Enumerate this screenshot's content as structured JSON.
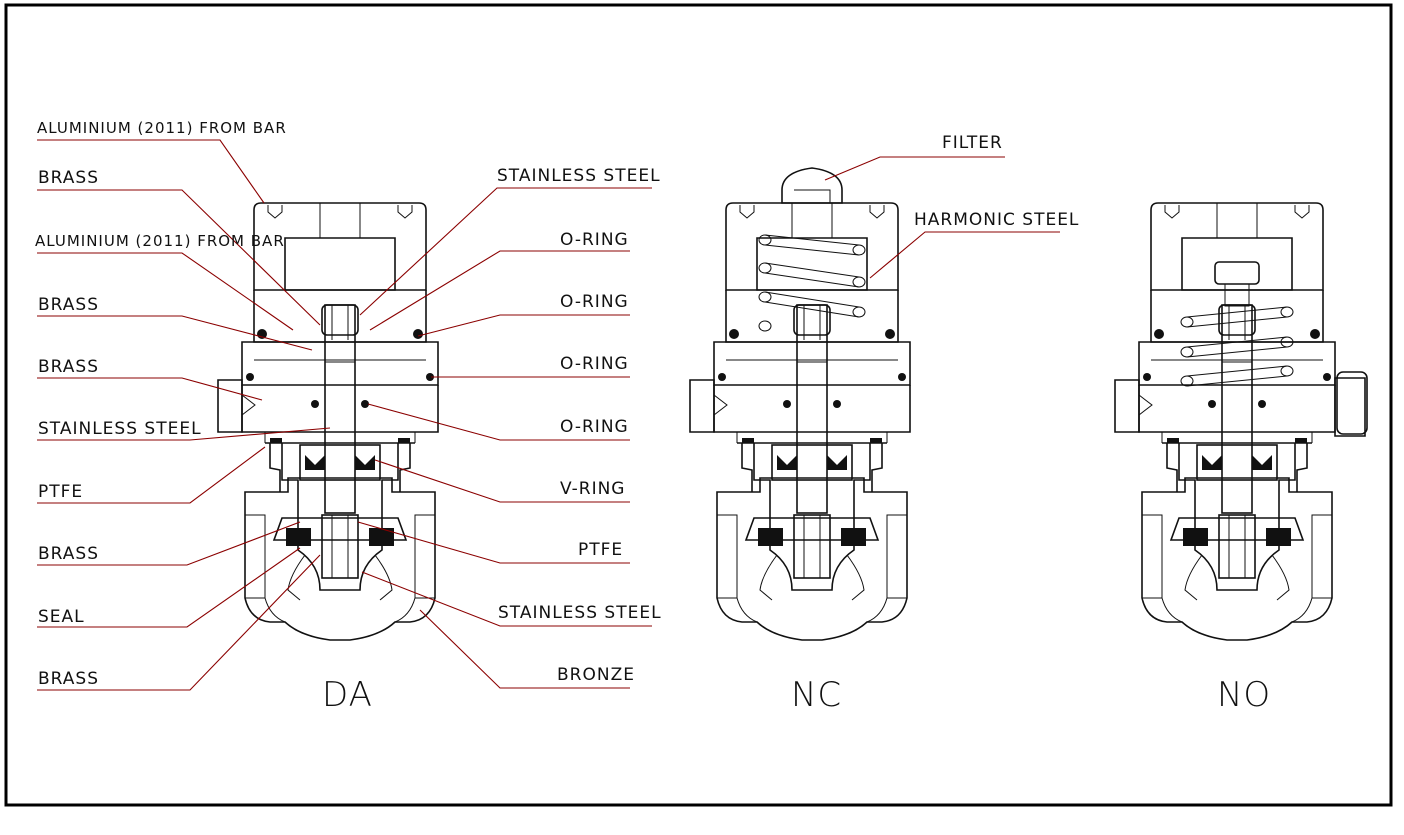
{
  "views": {
    "da": "DA",
    "nc": "NC",
    "no": "NO"
  },
  "labels_left": [
    "ALUMINIUM (2011) FROM BAR",
    "BRASS",
    "ALUMINIUM (2011) FROM BAR",
    "BRASS",
    "BRASS",
    "STAINLESS STEEL",
    "PTFE",
    "BRASS",
    "SEAL",
    "BRASS"
  ],
  "labels_right": [
    "STAINLESS STEEL",
    "O-RING",
    "O-RING",
    "O-RING",
    "O-RING",
    "V-RING",
    "PTFE",
    "STAINLESS STEEL",
    "BRONZE"
  ],
  "labels_nc": {
    "filter": "FILTER",
    "harmonic_steel": "HARMONIC STEEL"
  },
  "colors": {
    "leader_line": "#8b0000",
    "drawing_line": "#111111",
    "frame": "#000000",
    "background": "#ffffff"
  }
}
